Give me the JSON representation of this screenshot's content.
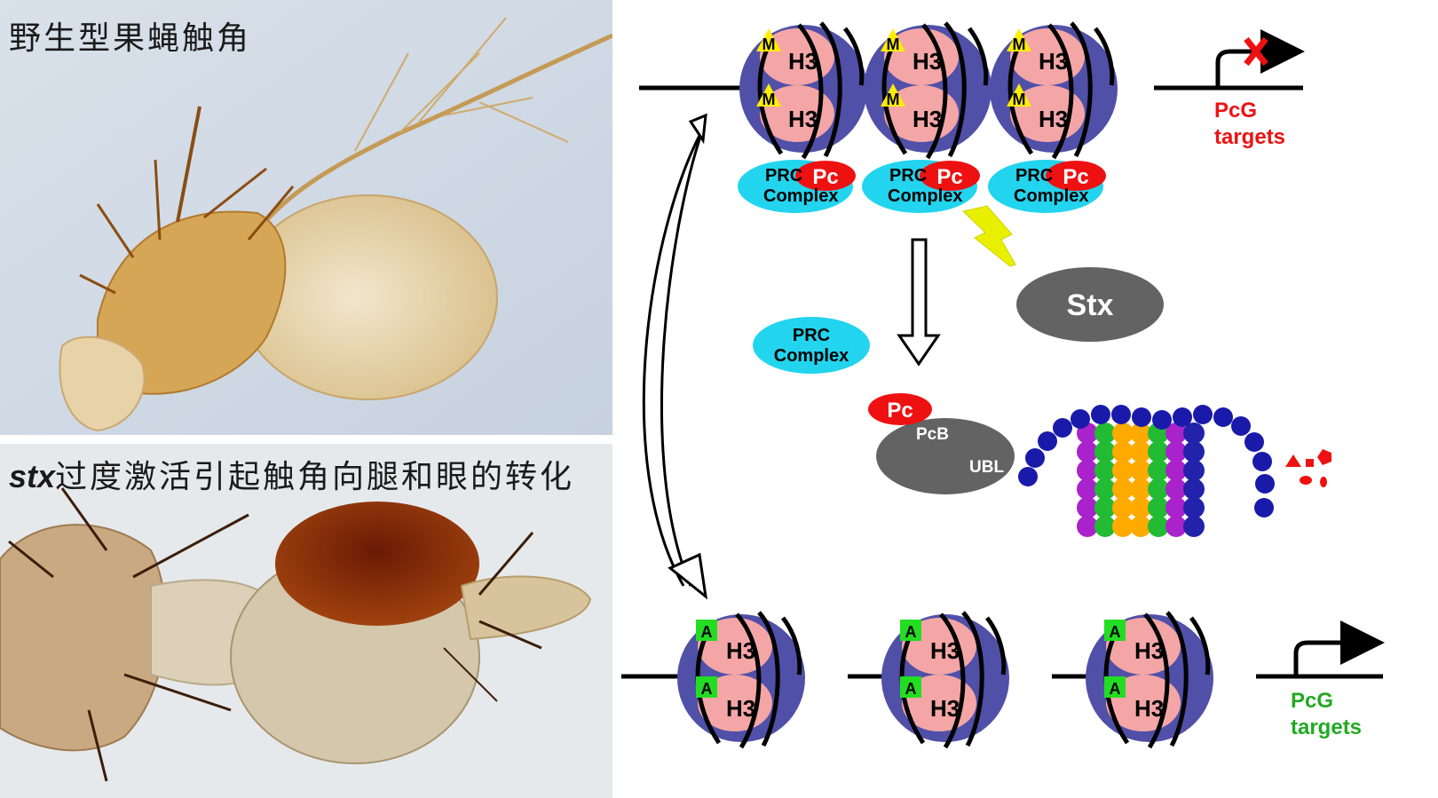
{
  "photos": {
    "wild_type_caption": "野生型果蝇触角",
    "stx_caption_gene": "stx",
    "stx_caption_rest": "过度激活引起触角向腿和眼的转化"
  },
  "diagram": {
    "top_nucleosomes": [
      {
        "mark_upper": "M",
        "mark_lower": "M",
        "histone_upper": "H3",
        "histone_lower": "H3",
        "prc_label_1": "PRC",
        "prc_label_2": "Complex",
        "pc_label": "Pc"
      },
      {
        "mark_upper": "M",
        "mark_lower": "M",
        "histone_upper": "H3",
        "histone_lower": "H3",
        "prc_label_1": "PRC",
        "prc_label_2": "Complex",
        "pc_label": "Pc"
      },
      {
        "mark_upper": "M",
        "mark_lower": "M",
        "histone_upper": "H3",
        "histone_lower": "H3",
        "prc_label_1": "PRC",
        "prc_label_2": "Complex",
        "pc_label": "Pc"
      }
    ],
    "bottom_nucleosomes": [
      {
        "mark_upper": "A",
        "mark_lower": "A",
        "histone_upper": "H3",
        "histone_lower": "H3"
      },
      {
        "mark_upper": "A",
        "mark_lower": "A",
        "histone_upper": "H3",
        "histone_lower": "H3"
      },
      {
        "mark_upper": "A",
        "mark_lower": "A",
        "histone_upper": "H3",
        "histone_lower": "H3"
      }
    ],
    "top_target_1": "PcG",
    "top_target_2": "targets",
    "bottom_target_1": "PcG",
    "bottom_target_2": "targets",
    "stx_label": "Stx",
    "free_prc_1": "PRC",
    "free_prc_2": "Complex",
    "pc_free_label": "Pc",
    "pcb_label": "PcB",
    "ubl_label": "UBL",
    "colors": {
      "nucleosome": "#5050a8",
      "histone": "#f4a6a6",
      "prc": "#22d4ee",
      "pc": "#ee1111",
      "methyl": "#ffee00",
      "acetyl": "#22dd22",
      "stx": "#636363",
      "target_repressed": "#ee1111",
      "target_active": "#22aa22"
    }
  }
}
